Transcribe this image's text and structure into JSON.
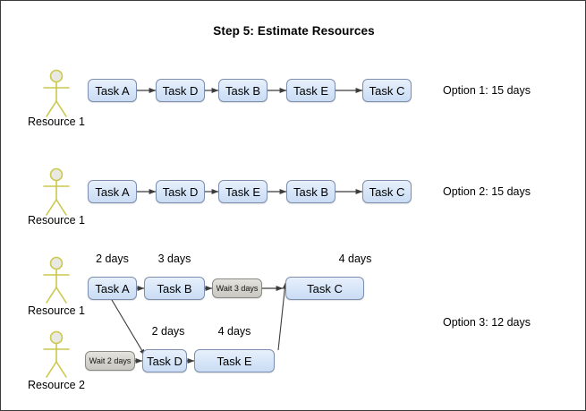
{
  "diagram": {
    "title": "Step 5: Estimate Resources",
    "colors": {
      "task_fill": "#d6e5f8",
      "task_border": "#7d8fae",
      "wait_fill": "#d3d2cc",
      "wait_border": "#8a8a85",
      "actor_stroke": "#cbc84b",
      "actor_head_fill": "#e8e8e8",
      "arrow": "#3c3c3c",
      "frame": "#3a3a3a",
      "text": "#000000"
    },
    "options": [
      {
        "id": "option-1",
        "summary": "Option 1: 15 days",
        "actors": [
          {
            "name": "Resource 1",
            "icon": "stick-figure-actor-icon"
          }
        ],
        "tasks": [
          {
            "label": "Task A",
            "type": "task"
          },
          {
            "label": "Task D",
            "type": "task"
          },
          {
            "label": "Task B",
            "type": "task"
          },
          {
            "label": "Task E",
            "type": "task"
          },
          {
            "label": "Task C",
            "type": "task"
          }
        ]
      },
      {
        "id": "option-2",
        "summary": "Option 2: 15 days",
        "actors": [
          {
            "name": "Resource 1",
            "icon": "stick-figure-actor-icon"
          }
        ],
        "tasks": [
          {
            "label": "Task A",
            "type": "task"
          },
          {
            "label": "Task D",
            "type": "task"
          },
          {
            "label": "Task E",
            "type": "task"
          },
          {
            "label": "Task B",
            "type": "task"
          },
          {
            "label": "Task C",
            "type": "task"
          }
        ]
      },
      {
        "id": "option-3",
        "summary": "Option 3: 12 days",
        "actors": [
          {
            "name": "Resource 1",
            "icon": "stick-figure-actor-icon"
          },
          {
            "name": "Resource 2",
            "icon": "stick-figure-actor-icon"
          }
        ],
        "lane_1": [
          {
            "label": "Task A",
            "type": "task",
            "duration": "2 days"
          },
          {
            "label": "Task B",
            "type": "task",
            "duration": "3 days"
          },
          {
            "label": "Wait 3 days",
            "type": "wait",
            "duration": ""
          },
          {
            "label": "Task C",
            "type": "task",
            "duration": "4 days"
          }
        ],
        "lane_2": [
          {
            "label": "Wait 2 days",
            "type": "wait",
            "duration": ""
          },
          {
            "label": "Task D",
            "type": "task",
            "duration": "2 days"
          },
          {
            "label": "Task E",
            "type": "task",
            "duration": "4 days"
          }
        ]
      }
    ]
  }
}
